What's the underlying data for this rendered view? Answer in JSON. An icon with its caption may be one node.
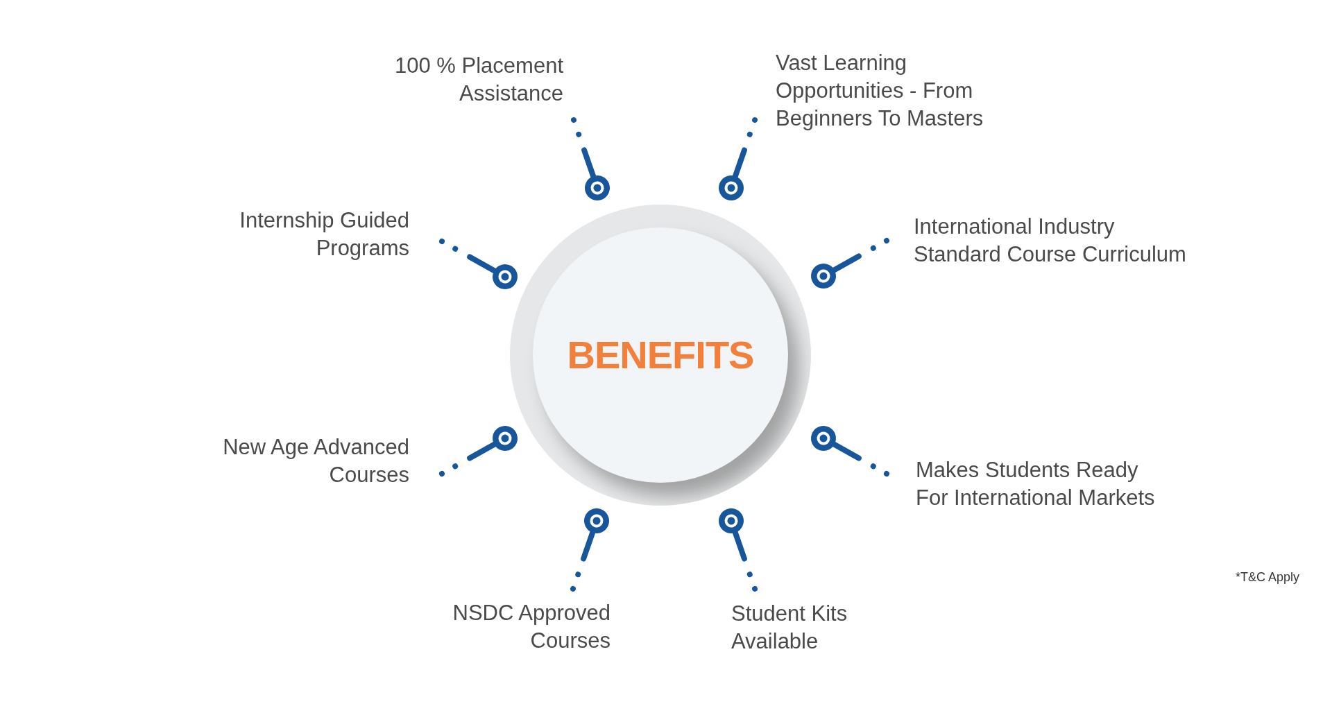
{
  "diagram": {
    "nodes": [
      {
        "text": [
          "BENEFITS"
        ]
      },
      {
        "text": [
          "100 % Placement Assistance"
        ]
      },
      {
        "text": [
          "Vast Learning Opportunities - From Beginners To Masters"
        ]
      },
      {
        "text": [
          "Internship Guided Programs"
        ]
      },
      {
        "text": [
          "International Industry Standard Course Curriculum"
        ]
      },
      {
        "text": [
          "New Age Advanced Courses"
        ]
      },
      {
        "text": [
          "Makes Students Ready For International Markets"
        ]
      },
      {
        "text": [
          "NSDC Approved Courses"
        ]
      },
      {
        "text": [
          "Student Kits Available"
        ]
      }
    ],
    "edges": [
      {
        "from": 1,
        "to": 0,
        "arrow": "other"
      },
      {
        "from": 2,
        "to": 0,
        "arrow": "other"
      },
      {
        "from": 3,
        "to": 0,
        "arrow": "other"
      },
      {
        "from": 4,
        "to": 0,
        "arrow": "other"
      },
      {
        "from": 5,
        "to": 0,
        "arrow": "other"
      },
      {
        "from": 6,
        "to": 0,
        "arrow": "other"
      },
      {
        "from": 7,
        "to": 0,
        "arrow": "other"
      },
      {
        "from": 8,
        "to": 0,
        "arrow": "other"
      }
    ],
    "labels": [
      "*T&C Apply"
    ]
  }
}
